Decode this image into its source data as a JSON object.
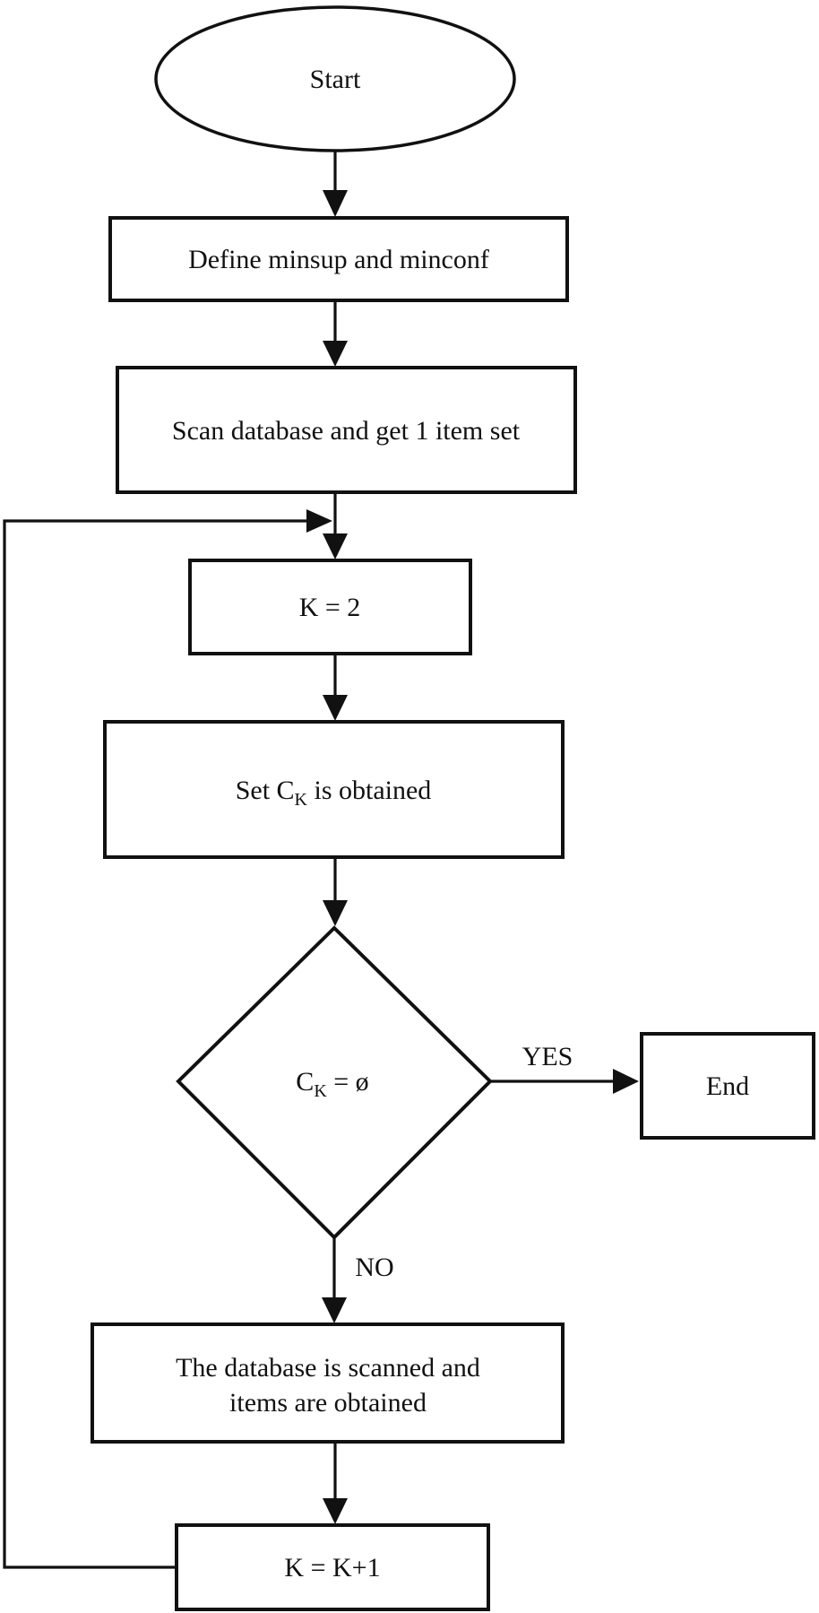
{
  "flowchart": {
    "nodes": {
      "start": {
        "label": "Start"
      },
      "define": {
        "label": "Define minsup and minconf"
      },
      "scan": {
        "label": "Scan database and get 1 item set"
      },
      "k2": {
        "label": "K = 2"
      },
      "set_ck": {
        "parts": {
          "pre": "Set C",
          "sub": "K",
          "post": " is obtained"
        }
      },
      "decision": {
        "parts": {
          "pre": "C",
          "sub": "K",
          "post": " = ø"
        }
      },
      "end": {
        "label": "End"
      },
      "db_scan": {
        "line1": "The database is scanned and",
        "line2": "items are obtained"
      },
      "k_inc": {
        "label": "K = K+1"
      }
    },
    "edges": {
      "yes_label": "YES",
      "no_label": "NO"
    },
    "colors": {
      "stroke": "#111111",
      "background": "#ffffff"
    }
  }
}
